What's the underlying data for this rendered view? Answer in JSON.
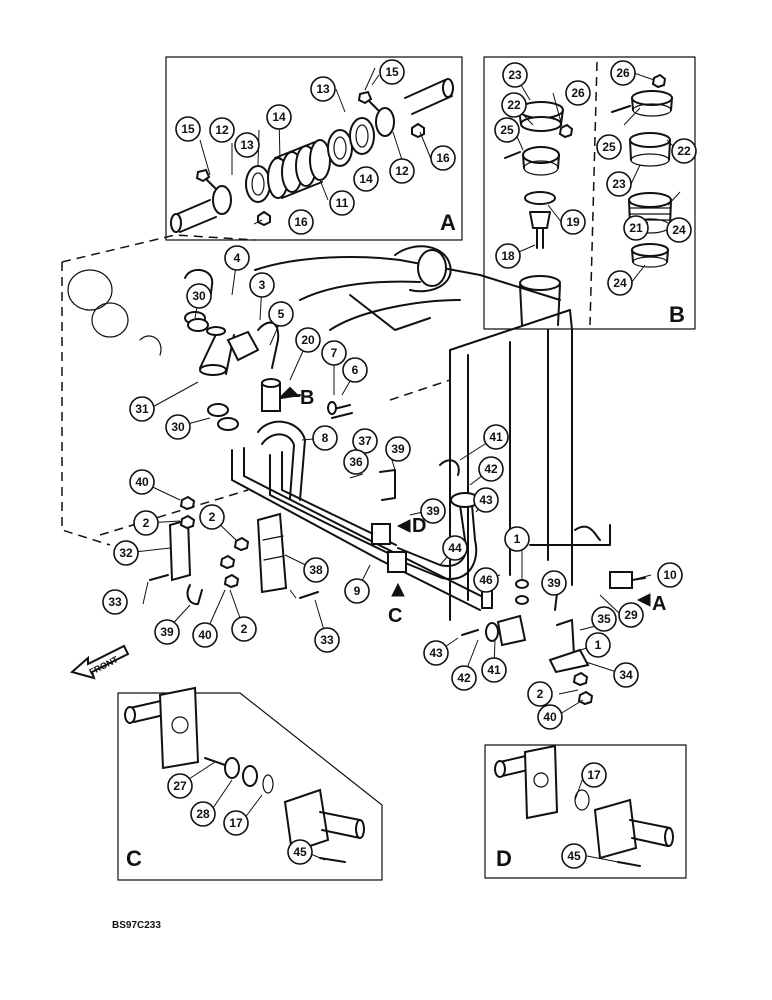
{
  "callouts": {
    "c1": "1",
    "c2": "2",
    "c3": "3",
    "c4": "4",
    "c5": "5",
    "c6": "6",
    "c7": "7",
    "c8": "8",
    "c9": "9",
    "c10": "10",
    "c11": "11",
    "c12": "12",
    "c13": "13",
    "c14": "14",
    "c15": "15",
    "c16": "16",
    "c17": "17",
    "c18": "18",
    "c19": "19",
    "c20": "20",
    "c21": "21",
    "c22": "22",
    "c23": "23",
    "c24": "24",
    "c25": "25",
    "c26": "26",
    "c27": "27",
    "c28": "28",
    "c29": "29",
    "c30": "30",
    "c31": "31",
    "c32": "32",
    "c33": "33",
    "c34": "34",
    "c35": "35",
    "c36": "36",
    "c37": "37",
    "c38": "38",
    "c39": "39",
    "c40": "40",
    "c41": "41",
    "c42": "42",
    "c43": "43",
    "c44": "44",
    "c45": "45",
    "c46": "46"
  },
  "view_labels": {
    "a": "A",
    "b": "B",
    "c": "C",
    "d": "D"
  },
  "front_label": "FRONT",
  "drawing_code": "BS97C233"
}
